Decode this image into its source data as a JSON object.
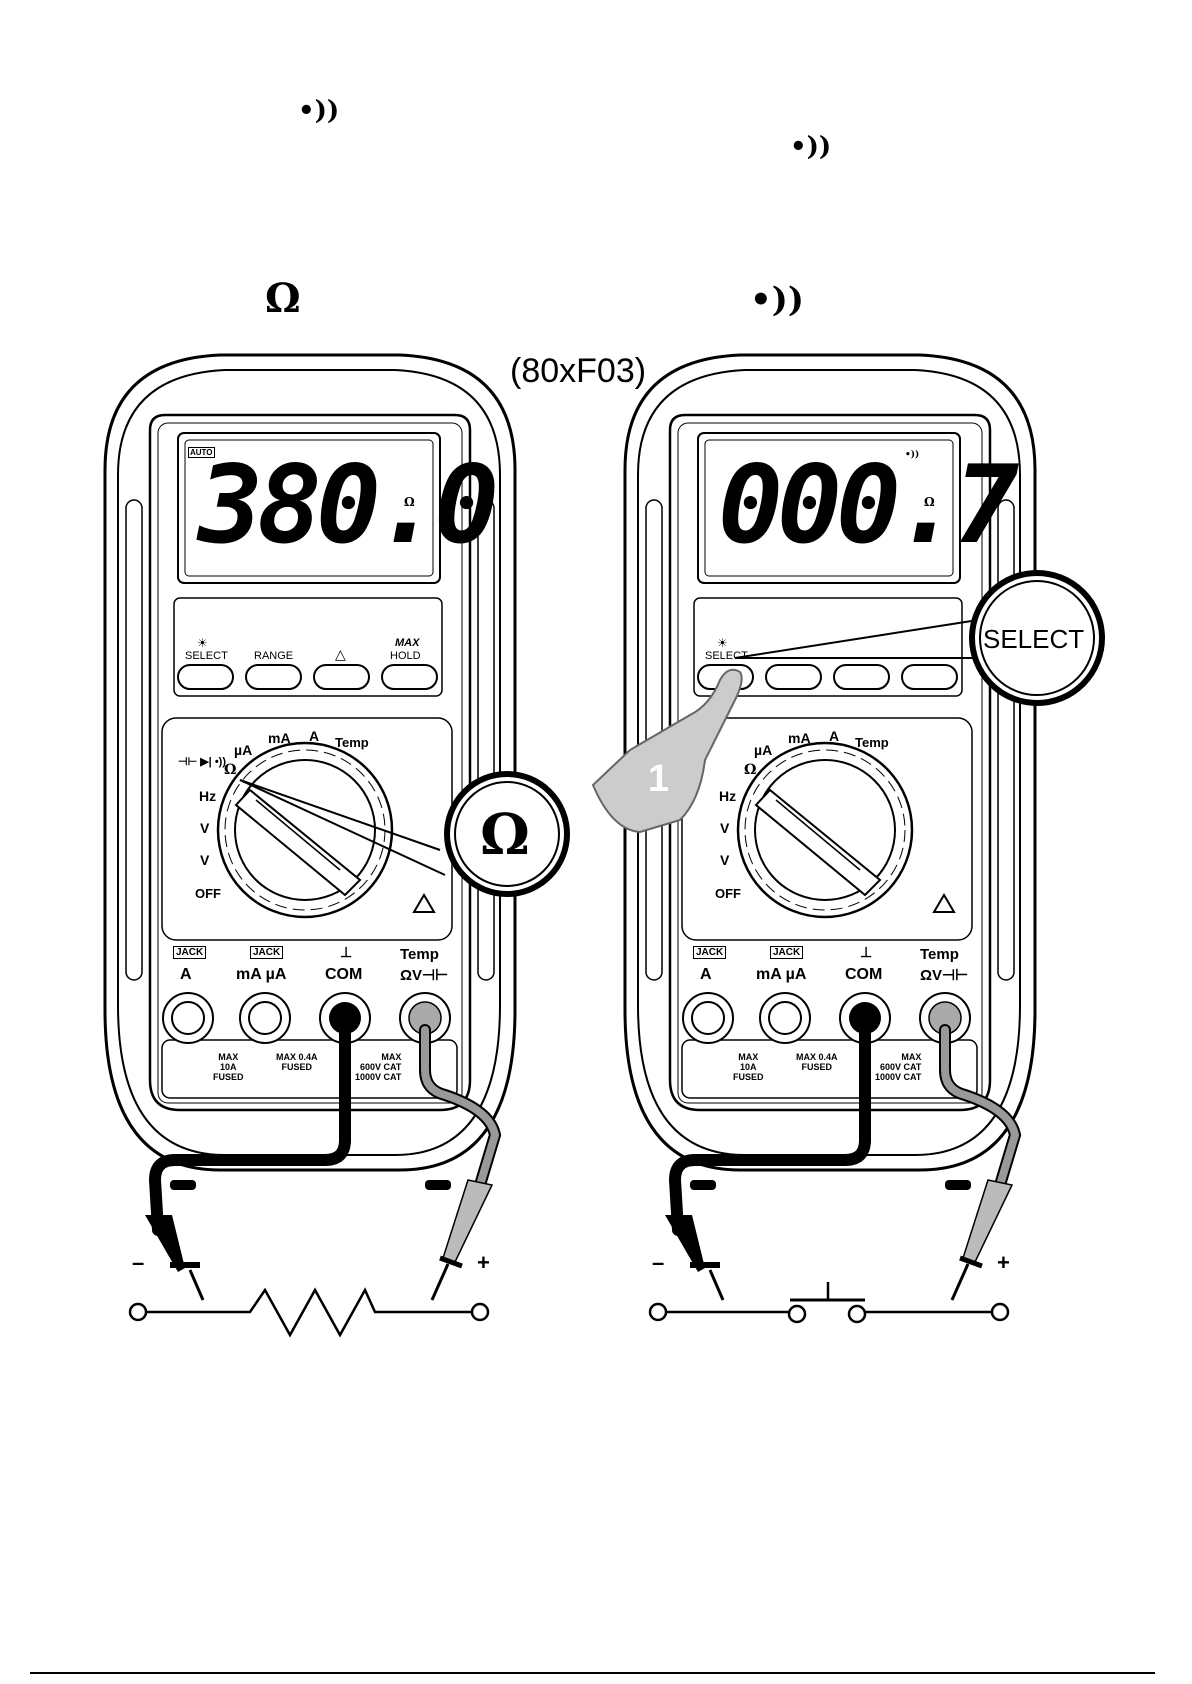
{
  "header": {
    "icon_top_left": "continuity-icon",
    "icon_top_right": "continuity-icon"
  },
  "figure_ref": "(80xF03)",
  "panels": [
    {
      "mode_symbol": "Ω",
      "mode_icon": "ohm-icon",
      "lcd": {
        "indicator": "AUTO",
        "reading": "380.0",
        "unit": "Ω"
      },
      "buttons": [
        "SELECT",
        "RANGE",
        "△",
        "HOLD"
      ],
      "button4_top": "MAX",
      "callout": "Ω",
      "circuit": "resistor"
    },
    {
      "mode_symbol": "•))",
      "mode_icon": "continuity-icon",
      "lcd": {
        "indicator": "•))",
        "reading": "000.7",
        "unit": "Ω"
      },
      "buttons": [
        "SELECT"
      ],
      "callout": "SELECT",
      "hand_step": "1",
      "circuit": "switch"
    }
  ],
  "dial": {
    "labels": [
      "Temp",
      "mA",
      "A",
      "µA",
      "Ω",
      "Hz",
      "V",
      "V",
      "OFF"
    ],
    "selected": "Ω"
  },
  "jacks": {
    "a": {
      "top": "JACK",
      "label": "A",
      "max": [
        "MAX",
        "10A",
        "FUSED"
      ]
    },
    "ma": {
      "top": "JACK",
      "label": "mA µA",
      "max": [
        "MAX 0.4A",
        "FUSED"
      ]
    },
    "com": {
      "top": "⊥",
      "label": "COM",
      "max": [
        "MAX",
        "600V CAT",
        "1000V CAT"
      ]
    },
    "v": {
      "top": "Temp",
      "label": "ΩV⊣⊢"
    }
  },
  "leads": {
    "negative": "–",
    "positive": "+"
  }
}
